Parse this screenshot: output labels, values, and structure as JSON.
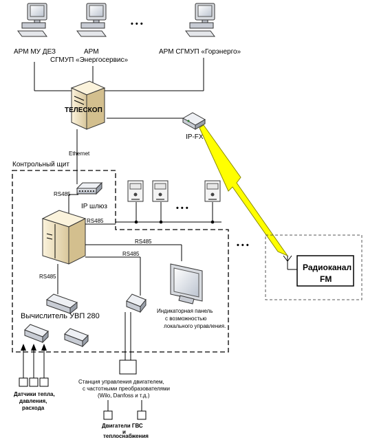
{
  "workstations": {
    "arm1": {
      "label": "АРМ МУ ДЕЗ"
    },
    "arm2": {
      "line1": "АРМ",
      "line2": "СГМУП «Энергосервис»"
    },
    "arm3": {
      "label": "АРМ СГМУП «Горэнерго»"
    },
    "ellipsis": "• • •"
  },
  "server": {
    "label": "ТЕЛЕСКОП"
  },
  "ipfx": {
    "label": "IP-FX"
  },
  "ethernet": {
    "label": "Ethernet"
  },
  "control_panel": {
    "label": "Контрольный щит"
  },
  "ip_gateway": {
    "label": "IP шлюз"
  },
  "links": {
    "rs485": "RS485"
  },
  "meters": {
    "ellipsis": "• • •"
  },
  "radio": {
    "line1": "Радиоканал",
    "line2": "FM",
    "ellipsis": "• • •"
  },
  "calculator": {
    "label": "Вычислитель УВП 280"
  },
  "indicator_panel": {
    "line1": "Индикаторная панель",
    "line2": "с возможностью",
    "line3": "локального управления."
  },
  "sensors": {
    "line1": "Датчики тепла,",
    "line2": "давления,",
    "line3": "расхода"
  },
  "station": {
    "line1": "Станция управления двигателем,",
    "line2": "с частотными преобразователями",
    "line3": "(Wilo, Danfoss и т.д.)"
  },
  "motors": {
    "line1": "Двигатели ГВС",
    "line2": "и",
    "line3": "теплоснабжения"
  },
  "colors": {
    "lightning": "#ffff00",
    "lightning_edge": "#8a8a00",
    "server": "#f2e6c8",
    "device": "#c8ccd4"
  }
}
